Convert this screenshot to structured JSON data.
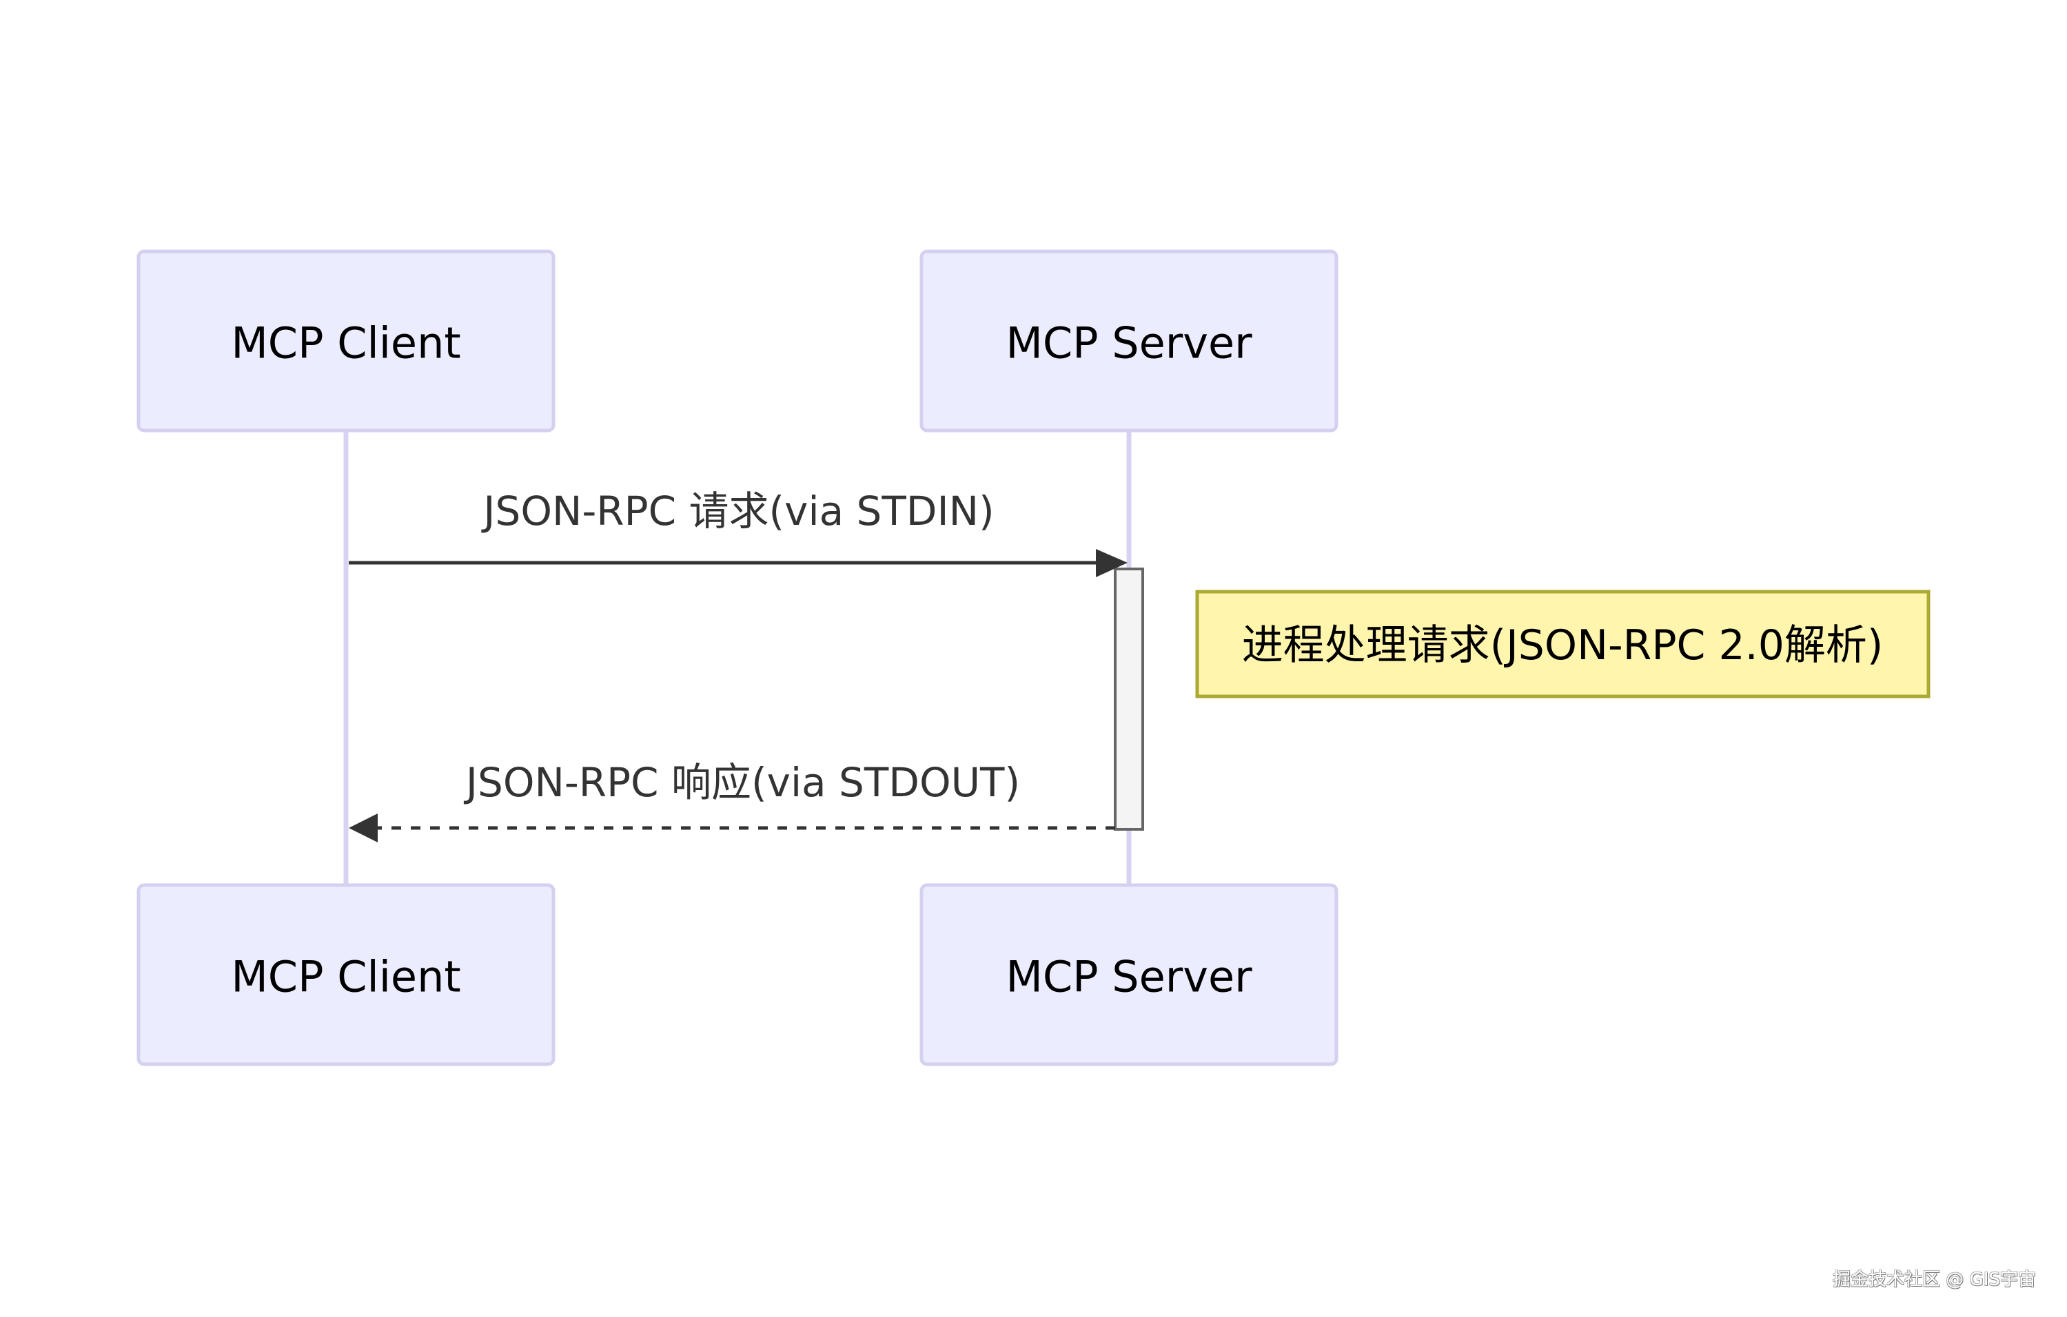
{
  "diagram": {
    "type": "sequence",
    "participants": [
      {
        "id": "client",
        "label": "MCP Client"
      },
      {
        "id": "server",
        "label": "MCP Server"
      }
    ],
    "messages": [
      {
        "from": "client",
        "to": "server",
        "label": "JSON-RPC 请求(via STDIN)",
        "style": "solid"
      },
      {
        "from": "server",
        "to": "client",
        "label": "JSON-RPC 响应(via STDOUT)",
        "style": "dashed"
      }
    ],
    "note": {
      "position": "right of server",
      "text": "进程处理请求(JSON-RPC 2.0解析)"
    },
    "activation": {
      "participant": "server"
    }
  },
  "colors": {
    "actor_fill": "#ECECFF",
    "actor_border": "#D6D0F0",
    "lifeline": "#D9D3F3",
    "message": "#333333",
    "note_fill": "#FFF5AD",
    "note_border": "#AAAA33",
    "activation_fill": "#F4F4F4"
  },
  "watermark": "掘金技术社区 @ GIS宇宙"
}
